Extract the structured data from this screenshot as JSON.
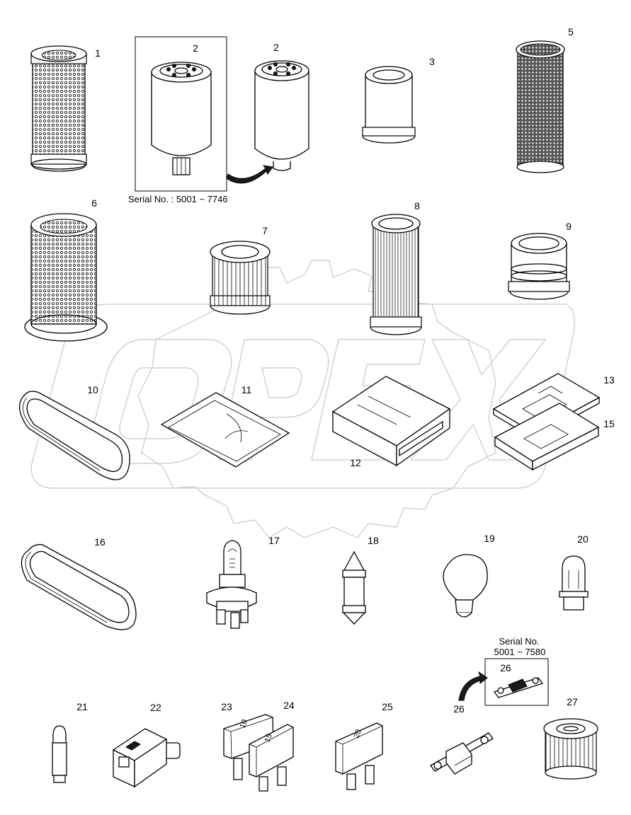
{
  "watermark": "OPEX",
  "labels": {
    "p1": "1",
    "p2a": "2",
    "p2b": "2",
    "p3": "3",
    "p5": "5",
    "p6": "6",
    "p7": "7",
    "p8": "8",
    "p9": "9",
    "p10": "10",
    "p11": "11",
    "p12": "12",
    "p13": "13",
    "p15": "15",
    "p16": "16",
    "p17": "17",
    "p18": "18",
    "p19": "19",
    "p20": "20",
    "p21": "21",
    "p22": "22",
    "p23": "23",
    "p24": "24",
    "p25": "25",
    "p26a": "26",
    "p26b": "26",
    "p27": "27"
  },
  "serials": {
    "fuel_filter": "Serial No. : 5001 ~ 7746",
    "fuse_link_line1": "Serial No.",
    "fuse_link_line2": "5001 ~ 7580"
  },
  "fuse_values": {
    "f23": "10",
    "f24": "15",
    "f25": "20"
  }
}
